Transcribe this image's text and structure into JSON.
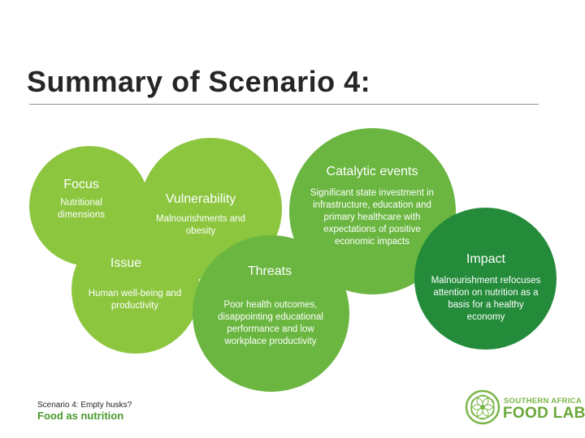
{
  "title": "Summary of Scenario 4:",
  "nodes": {
    "focus": {
      "heading": "Focus",
      "text": "Nutritional dimensions"
    },
    "vulnerability": {
      "heading": "Vulnerability",
      "text": "Malnourishments and obesity"
    },
    "issue": {
      "heading": "Issue",
      "text": "Human well-being and productivity"
    },
    "threats": {
      "heading": "Threats",
      "text": "Poor health outcomes, disappointing educational performance and low workplace productivity"
    },
    "catalytic": {
      "heading": "Catalytic events",
      "text": "Significant state investment in infrastructure, education and primary healthcare with expectations of positive economic impacts"
    },
    "impact": {
      "heading": "Impact",
      "text": "Malnourishment refocuses attention on nutrition as a basis for a healthy economy"
    }
  },
  "footer": {
    "scenario": "Scenario 4: Empty husks?",
    "subtitle": "Food as nutrition"
  },
  "logo": {
    "line1": "SOUTHERN AFRICA",
    "line2": "FOOD LAB"
  },
  "colors": {
    "light_green": "#8cc63f",
    "mid_green": "#6ab640",
    "dark_green": "#238b3a"
  }
}
